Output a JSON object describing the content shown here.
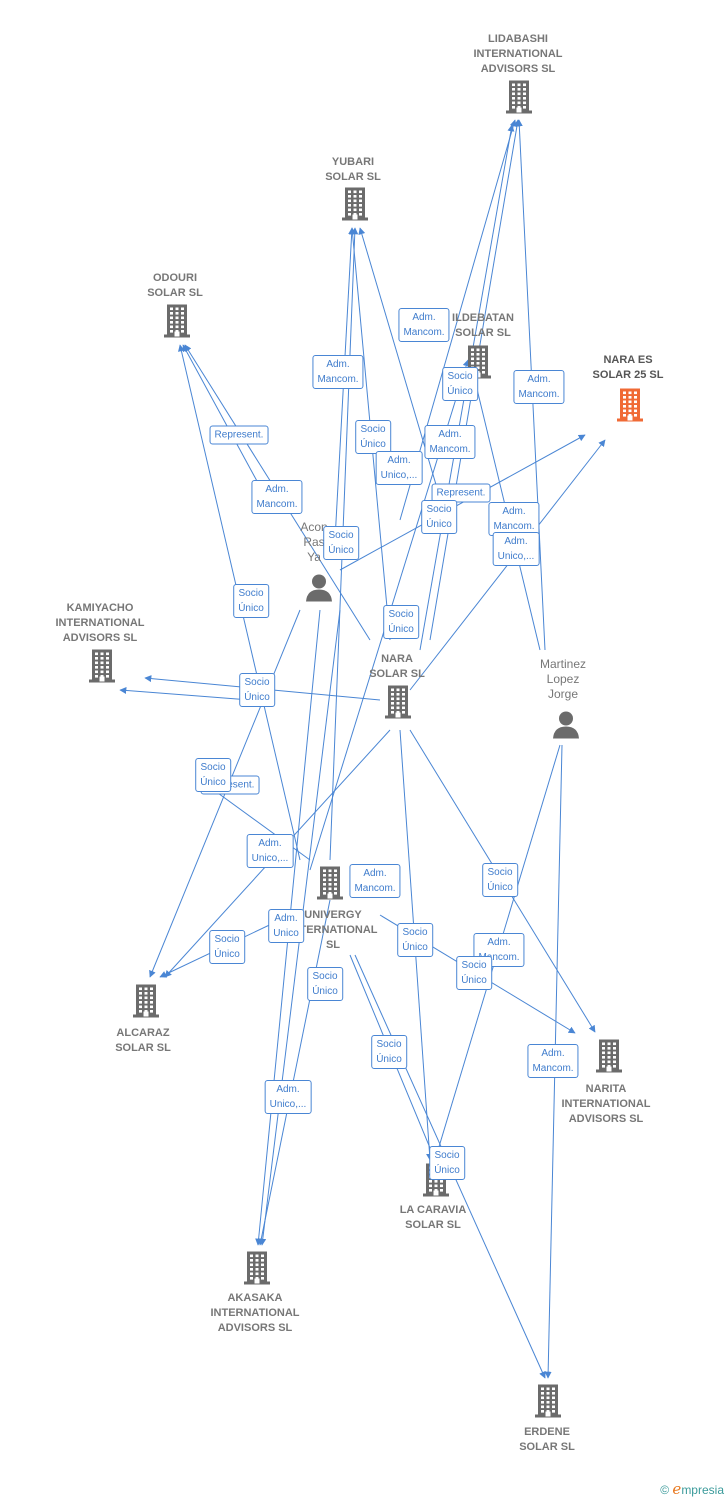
{
  "colors": {
    "edge": "#4a86d4",
    "company": "#6b6b6b",
    "focus": "#f06a35",
    "person": "#6b6b6b"
  },
  "nodes": {
    "lidabashi": {
      "label": "LIDABASHI\nINTERNATIONAL\nADVISORS SL",
      "icon": "building-icon"
    },
    "yubari": {
      "label": "YUBARI\nSOLAR SL",
      "icon": "building-icon"
    },
    "odouri": {
      "label": "ODOURI\nSOLAR SL",
      "icon": "building-icon"
    },
    "ildebatan": {
      "label": "ILDEBATAN\nSOLAR SL",
      "icon": "building-icon"
    },
    "naraes": {
      "label": "NARA ES\nSOLAR 25 SL",
      "icon": "building-icon"
    },
    "acon": {
      "label": "Acon\nRas\nYa",
      "icon": "person-icon"
    },
    "kamiyacho": {
      "label": "KAMIYACHO\nINTERNATIONAL\nADVISORS SL",
      "icon": "building-icon"
    },
    "nara": {
      "label": "NARA\nSOLAR SL",
      "icon": "building-icon"
    },
    "martinez": {
      "label": "Martinez\nLopez\nJorge",
      "icon": "person-icon"
    },
    "univergy": {
      "label": "UNIVERGY\nINTERNATIONAL\nSL",
      "icon": "building-icon"
    },
    "alcaraz": {
      "label": "ALCARAZ\nSOLAR SL",
      "icon": "building-icon"
    },
    "narita": {
      "label": "NARITA\nINTERNATIONAL\nADVISORS SL",
      "icon": "building-icon"
    },
    "lacaravia": {
      "label": "LA CARAVIA\nSOLAR SL",
      "icon": "building-icon"
    },
    "akasaka": {
      "label": "AKASAKA\nINTERNATIONAL\nADVISORS SL",
      "icon": "building-icon"
    },
    "erdene": {
      "label": "ERDENE\nSOLAR SL",
      "icon": "building-icon"
    }
  },
  "relations": [
    "Adm.\nMancom.",
    "Adm.\nMancom.",
    "Adm.\nMancom.",
    "Socio\nÚnico",
    "Represent.",
    "Socio\nÚnico",
    "Adm.\nMancom.",
    "Adm.\nUnico,...",
    "Adm.\nMancom.",
    "Represent.",
    "Socio\nÚnico",
    "Adm.\nMancom.",
    "Socio\nÚnico",
    "Adm.\nUnico,...",
    "Socio\nÚnico",
    "Socio\nÚnico",
    "Socio\nÚnico",
    "Represent.",
    "Socio\nÚnico",
    "Adm.\nUnico,...",
    "Adm.\nMancom.",
    "Socio\nÚnico",
    "Adm.\nUnico",
    "Socio\nÚnico",
    "Socio\nÚnico",
    "Adm.\nMancom.",
    "Socio\nÚnico",
    "Socio\nÚnico",
    "Adm.\nMancom.",
    "Socio\nÚnico",
    "Adm.\nUnico,...",
    "Socio\nÚnico"
  ],
  "footer": {
    "copyright": "©",
    "brand_initial": "e",
    "brand_rest": "mpresia"
  }
}
